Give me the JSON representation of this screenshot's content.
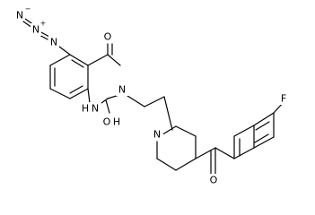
{
  "molecule": {
    "atom_labels": {
      "azide_n1": "N",
      "azide_n2": "N",
      "azide_n3": "N",
      "azide_plus_charge": "+",
      "azide_minus_charge": "−",
      "ring_nh_n": "N",
      "ring_nh_h": "H",
      "ring_n3": "N",
      "ring_carbonyl_top_o": "O",
      "ring_carbonyl_bottom_o": "O",
      "ring_carbonyl_bottom_h": "H",
      "piperidine_n": "N",
      "ketone_o": "O",
      "fluorine": "F"
    }
  }
}
